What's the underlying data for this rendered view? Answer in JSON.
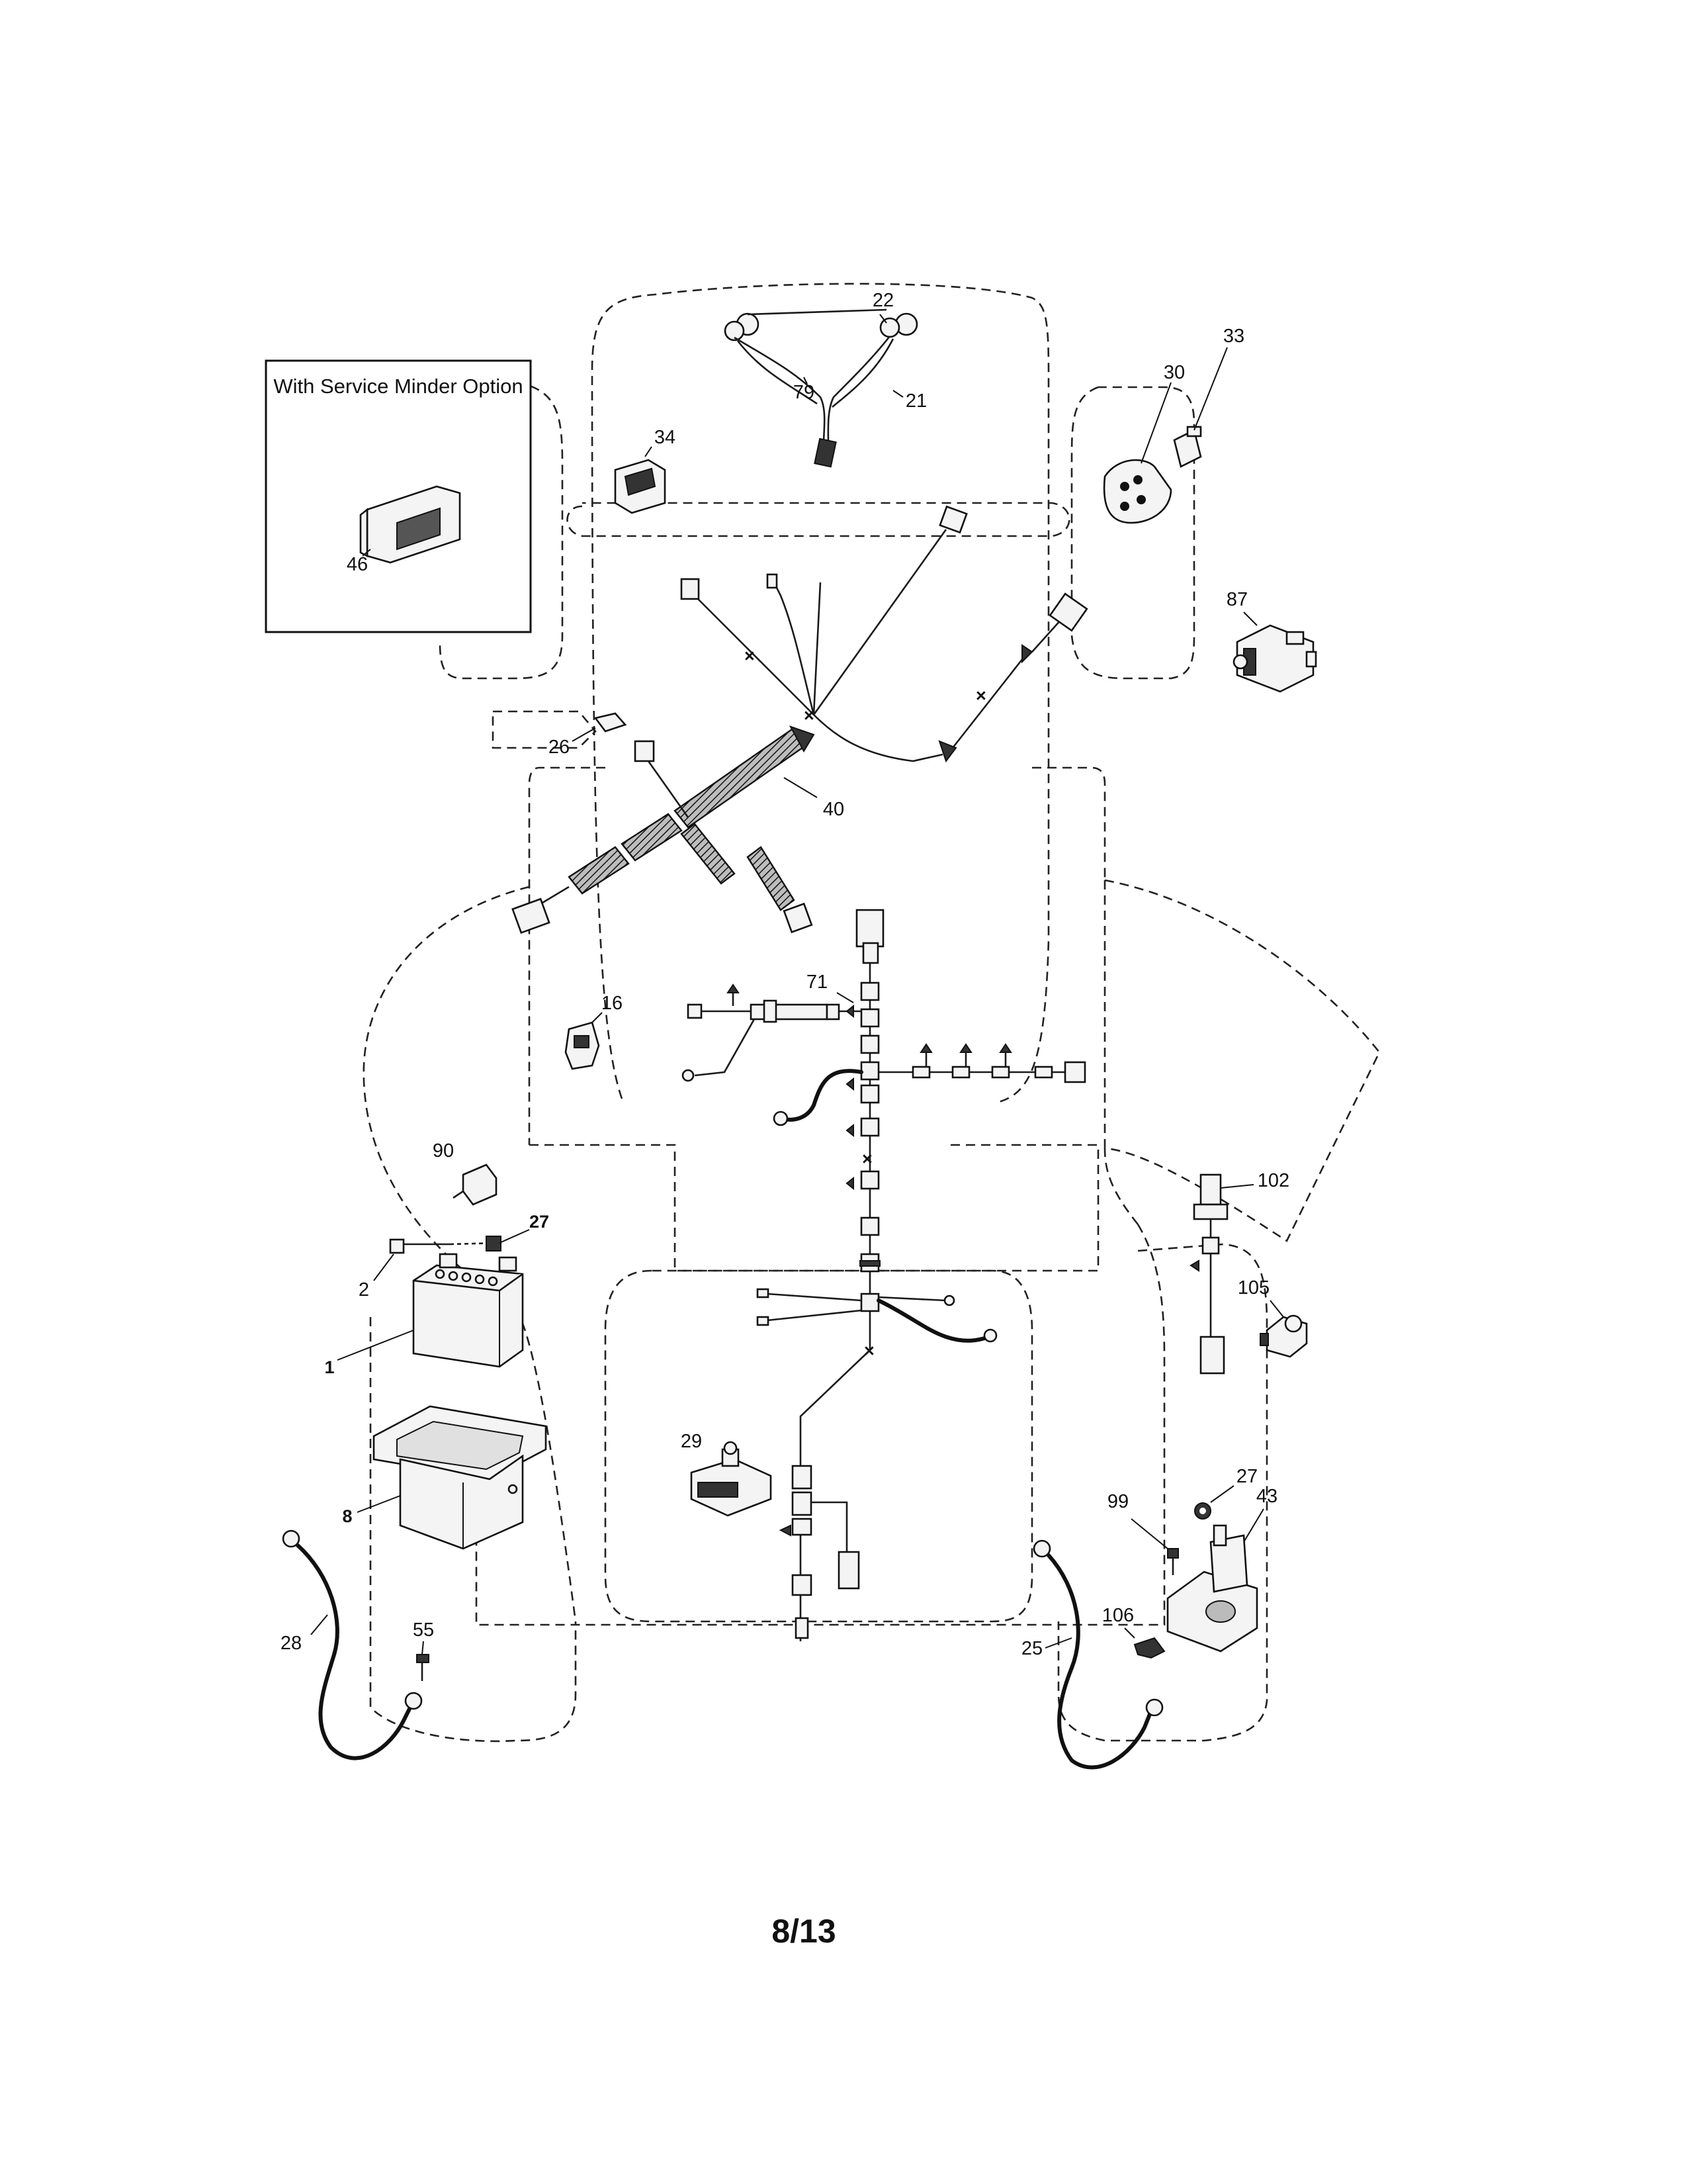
{
  "inset": {
    "title": "With Service Minder Option"
  },
  "callouts": {
    "c1": "1",
    "c2": "2",
    "c8": "8",
    "c16": "16",
    "c21": "21",
    "c22": "22",
    "c25": "25",
    "c26": "26",
    "c27a": "27",
    "c27b": "27",
    "c28": "28",
    "c29": "29",
    "c30": "30",
    "c33": "33",
    "c34": "34",
    "c40": "40",
    "c43": "43",
    "c46": "46",
    "c55": "55",
    "c71": "71",
    "c79": "79",
    "c87": "87",
    "c90": "90",
    "c99": "99",
    "c102": "102",
    "c105": "105",
    "c106": "106"
  },
  "footer": {
    "page": "8/13"
  }
}
